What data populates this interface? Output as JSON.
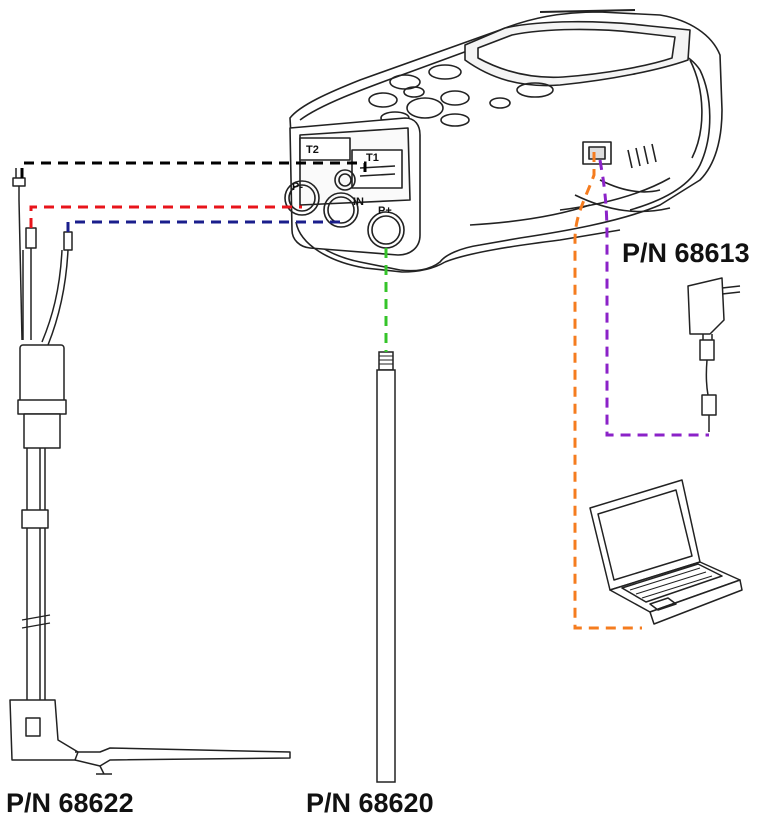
{
  "labels": {
    "combustion_probe_pn": "P/N 68622",
    "pitot_probe_pn": "P/N 68620",
    "power_supply_pn": "P/N 68613"
  },
  "ports": {
    "t2": "T2",
    "t1": "T1",
    "p_minus": "P-",
    "in": "IN",
    "p_plus": "P+"
  },
  "connection_colors": {
    "t1_connection": "#000000",
    "p_minus_connection": "#e8141b",
    "in_connection": "#1a1e8c",
    "p_plus_connection": "#35c42a",
    "usb_laptop_connection": "#f57c1f",
    "power_connection": "#8b22c8"
  }
}
